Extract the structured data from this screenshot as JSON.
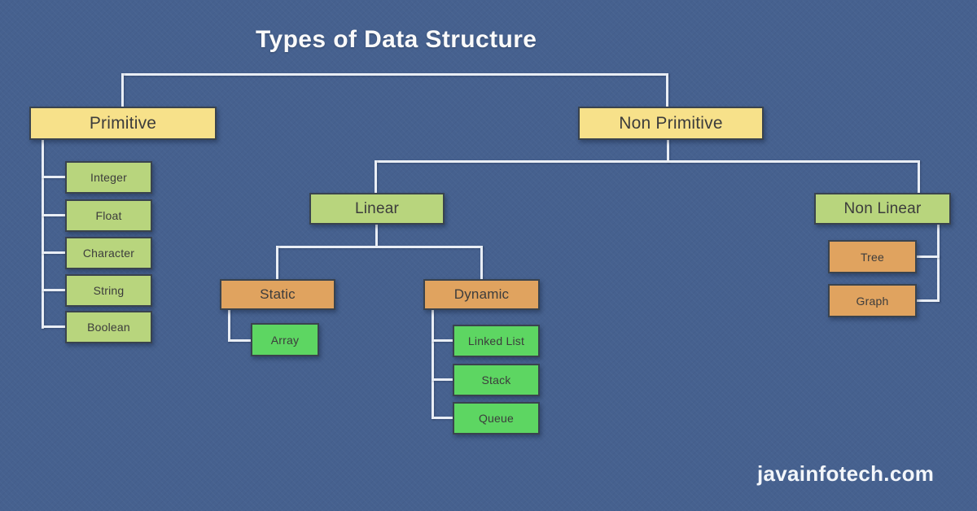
{
  "title": "Types of Data Structure",
  "watermark": "javainfotech.com",
  "colors": {
    "background": "#46618f",
    "root_box": "#f7e18a",
    "category_box": "#b8d57d",
    "subcategory_box": "#e0a35f",
    "leaf_box": "#5dd662",
    "connector": "#e9eef5",
    "box_border": "#39434f",
    "box_text": "#3c3c3c",
    "title_text": "#fafafa"
  },
  "nodes": {
    "primitive": {
      "label": "Primitive"
    },
    "non_primitive": {
      "label": "Non Primitive"
    },
    "integer": {
      "label": "Integer"
    },
    "float": {
      "label": "Float"
    },
    "character": {
      "label": "Character"
    },
    "string": {
      "label": "String"
    },
    "boolean": {
      "label": "Boolean"
    },
    "linear": {
      "label": "Linear"
    },
    "non_linear": {
      "label": "Non Linear"
    },
    "static": {
      "label": "Static"
    },
    "dynamic": {
      "label": "Dynamic"
    },
    "array": {
      "label": "Array"
    },
    "linked_list": {
      "label": "Linked List"
    },
    "stack": {
      "label": "Stack"
    },
    "queue": {
      "label": "Queue"
    },
    "tree": {
      "label": "Tree"
    },
    "graph": {
      "label": "Graph"
    }
  },
  "hierarchy": {
    "root": "Types of Data Structure",
    "primitive_children": [
      "Integer",
      "Float",
      "Character",
      "String",
      "Boolean"
    ],
    "non_primitive_children": [
      "Linear",
      "Non Linear"
    ],
    "linear_children": [
      "Static",
      "Dynamic"
    ],
    "static_children": [
      "Array"
    ],
    "dynamic_children": [
      "Linked List",
      "Stack",
      "Queue"
    ],
    "non_linear_children": [
      "Tree",
      "Graph"
    ]
  }
}
